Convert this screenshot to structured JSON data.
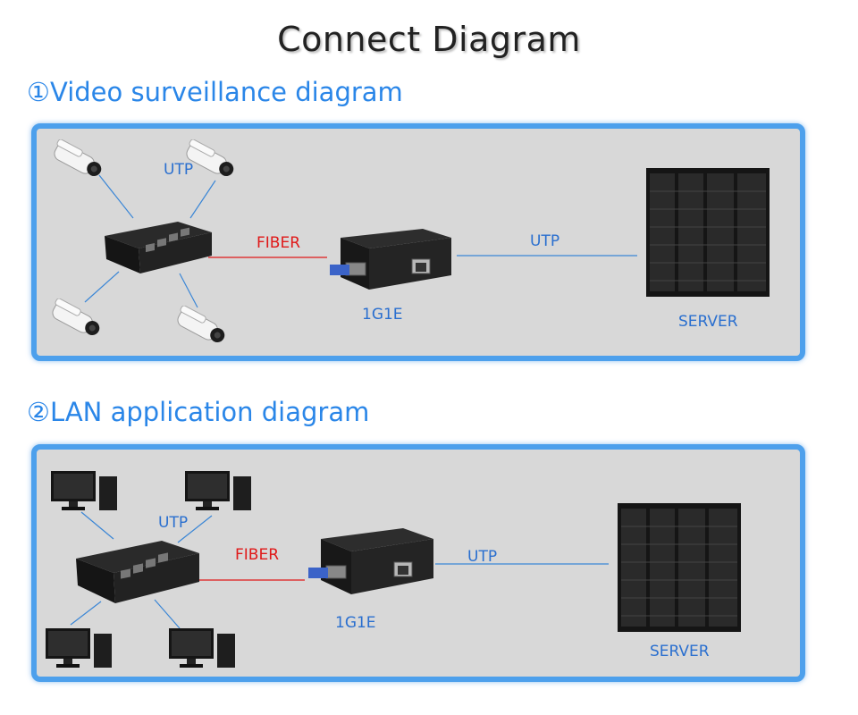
{
  "title": "Connect Diagram",
  "sections": [
    {
      "heading": "①Video surveillance diagram",
      "endpoint_kind": "camera",
      "labels": {
        "utp_left": "UTP",
        "fiber": "FIBER",
        "utp_right": "UTP",
        "converter": "1G1E",
        "server": "SERVER"
      }
    },
    {
      "heading": "②LAN application diagram",
      "endpoint_kind": "computer",
      "labels": {
        "utp_left": "UTP",
        "fiber": "FIBER",
        "utp_right": "UTP",
        "converter": "1G1E",
        "server": "SERVER"
      }
    }
  ],
  "colors": {
    "accent": "#2a86e8",
    "panel_border": "#4da0ec",
    "fiber_line": "#e01919",
    "utp_line": "#3a86d6"
  }
}
